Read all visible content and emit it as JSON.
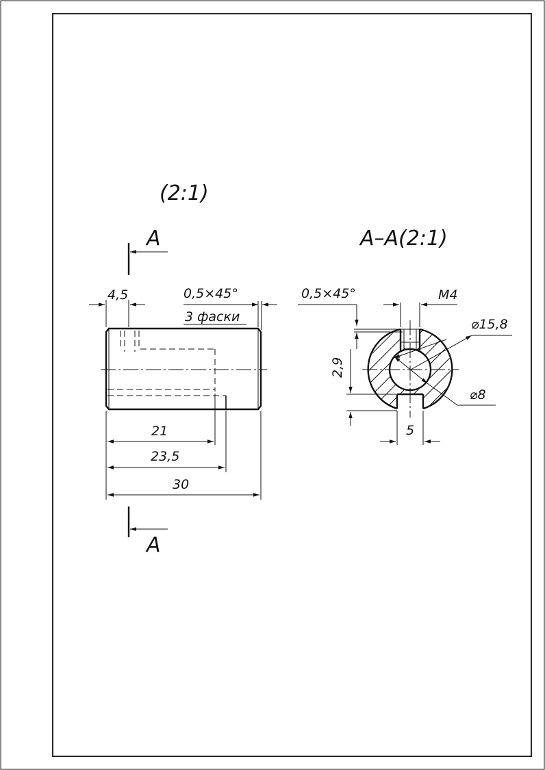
{
  "scale_label": "(2:1)",
  "section": {
    "cut_label_top": "A",
    "cut_label_bottom": "A",
    "section_title": "A–A(2:1)"
  },
  "front_view": {
    "dim_groove_width": "4,5",
    "chamfer_note": "0,5×45°",
    "chamfer_count": "3 фаски",
    "dim_inner_1": "21",
    "dim_inner_2": "23,5",
    "dim_total_length": "30"
  },
  "section_view": {
    "chamfer_note": "0,5×45°",
    "thread": "M4",
    "outer_diameter": "⌀15,8",
    "bore_diameter": "⌀8",
    "dim_height": "2,9",
    "dim_slot_width": "5"
  }
}
